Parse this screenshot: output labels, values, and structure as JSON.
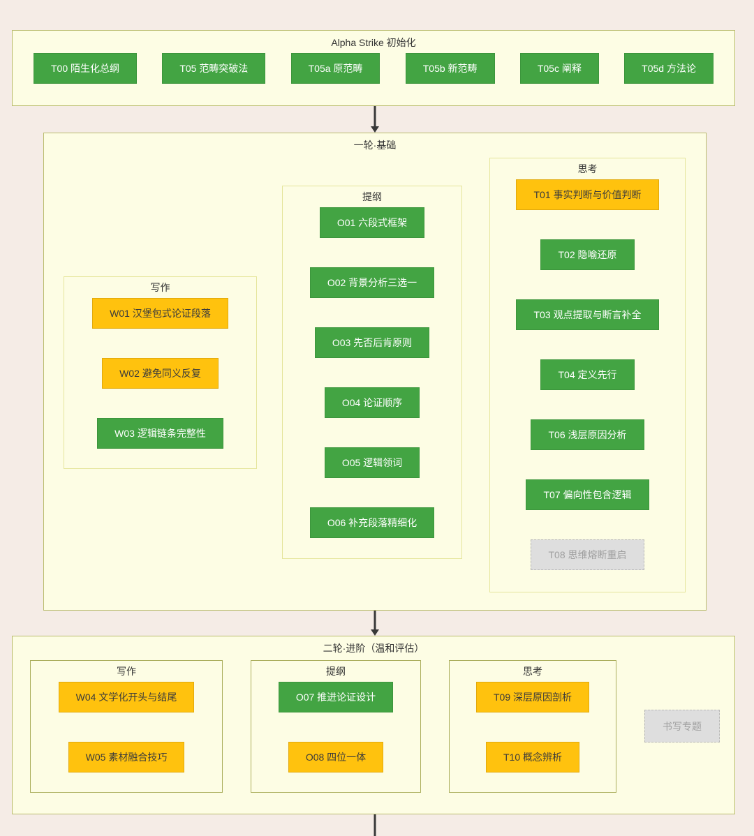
{
  "colors": {
    "page_background": "#f5ece6",
    "section_background": "#fdfde4",
    "section_border": "#b9bc6d",
    "group_border_round1": "#e5e59b",
    "group_border_round2": "#abae5c",
    "node_green": "#43a443",
    "node_yellow": "#ffc20e",
    "node_gray": "#dedede",
    "arrow": "#383838"
  },
  "sections": {
    "init": {
      "title": "Alpha Strike 初始化",
      "nodes": [
        {
          "id": "T00",
          "label": "T00 陌生化总纲",
          "type": "green"
        },
        {
          "id": "T05",
          "label": "T05 范畴突破法",
          "type": "green"
        },
        {
          "id": "T05a",
          "label": "T05a 原范畴",
          "type": "green"
        },
        {
          "id": "T05b",
          "label": "T05b 新范畴",
          "type": "green"
        },
        {
          "id": "T05c",
          "label": "T05c 阐释",
          "type": "green"
        },
        {
          "id": "T05d",
          "label": "T05d 方法论",
          "type": "green"
        }
      ]
    },
    "round1": {
      "title": "一轮·基础",
      "groups": {
        "writing": {
          "title": "写作",
          "nodes": [
            {
              "id": "W01",
              "label": "W01 汉堡包式论证段落",
              "type": "yellow"
            },
            {
              "id": "W02",
              "label": "W02 避免同义反复",
              "type": "yellow"
            },
            {
              "id": "W03",
              "label": "W03 逻辑链条完整性",
              "type": "green"
            }
          ]
        },
        "outline": {
          "title": "提纲",
          "nodes": [
            {
              "id": "O01",
              "label": "O01 六段式框架",
              "type": "green"
            },
            {
              "id": "O02",
              "label": "O02 背景分析三选一",
              "type": "green"
            },
            {
              "id": "O03",
              "label": "O03 先否后肯原则",
              "type": "green"
            },
            {
              "id": "O04",
              "label": "O04 论证顺序",
              "type": "green"
            },
            {
              "id": "O05",
              "label": "O05 逻辑领词",
              "type": "green"
            },
            {
              "id": "O06",
              "label": "O06 补充段落精细化",
              "type": "green"
            }
          ]
        },
        "thinking": {
          "title": "思考",
          "nodes": [
            {
              "id": "T01",
              "label": "T01 事实判断与价值判断",
              "type": "yellow"
            },
            {
              "id": "T02",
              "label": "T02 隐喻还原",
              "type": "green"
            },
            {
              "id": "T03",
              "label": "T03 观点提取与断言补全",
              "type": "green"
            },
            {
              "id": "T04",
              "label": "T04 定义先行",
              "type": "green"
            },
            {
              "id": "T06",
              "label": "T06 浅层原因分析",
              "type": "green"
            },
            {
              "id": "T07",
              "label": "T07 偏向性包含逻辑",
              "type": "green"
            },
            {
              "id": "T08",
              "label": "T08 思维熔断重启",
              "type": "gray"
            }
          ]
        }
      }
    },
    "round2": {
      "title": "二轮·进阶（温和评估）",
      "groups": {
        "writing": {
          "title": "写作",
          "nodes": [
            {
              "id": "W04",
              "label": "W04 文学化开头与结尾",
              "type": "yellow"
            },
            {
              "id": "W05",
              "label": "W05 素材融合技巧",
              "type": "yellow"
            }
          ]
        },
        "outline": {
          "title": "提纲",
          "nodes": [
            {
              "id": "O07",
              "label": "O07 推进论证设计",
              "type": "green"
            },
            {
              "id": "O08",
              "label": "O08 四位一体",
              "type": "yellow"
            }
          ]
        },
        "thinking": {
          "title": "思考",
          "nodes": [
            {
              "id": "T09",
              "label": "T09 深层原因剖析",
              "type": "yellow"
            },
            {
              "id": "T10",
              "label": "T10 概念辨析",
              "type": "yellow"
            }
          ]
        }
      },
      "extra": {
        "label": "书写专题",
        "type": "gray"
      }
    }
  }
}
